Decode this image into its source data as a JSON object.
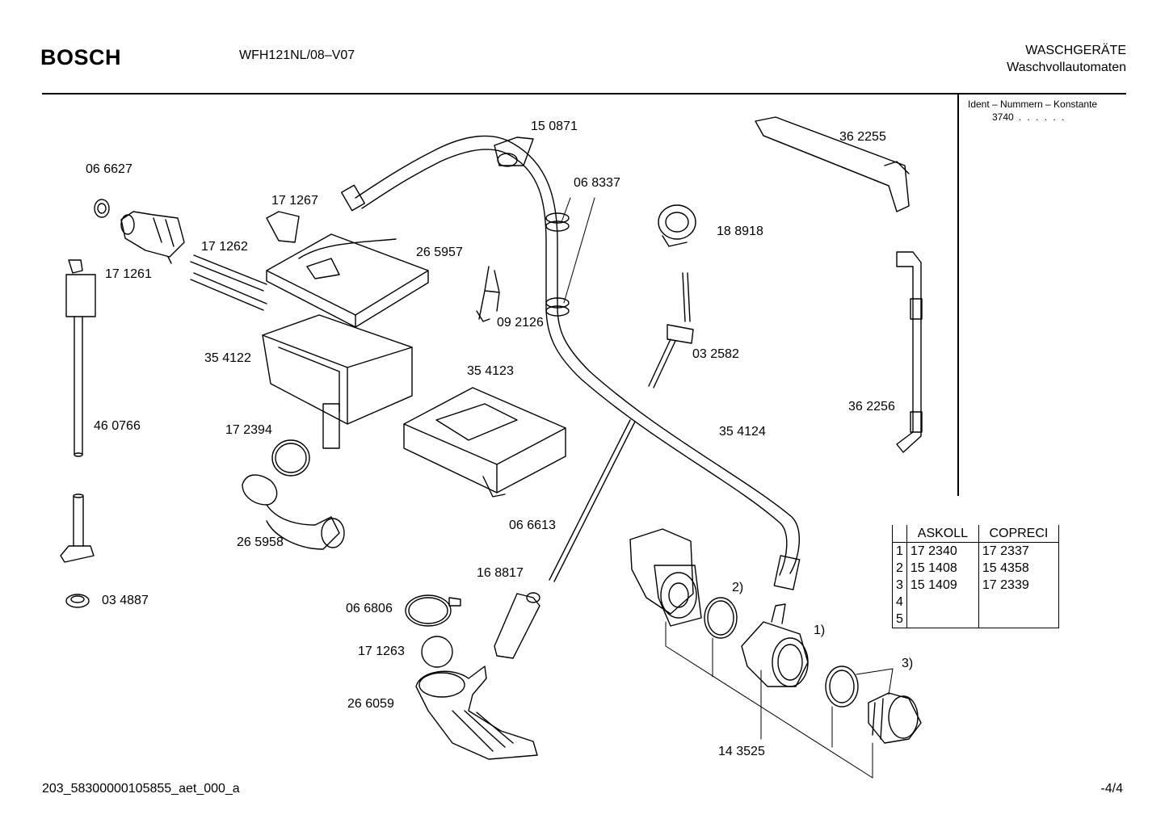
{
  "header": {
    "brand": "BOSCH",
    "model": "WFH121NL/08–V07",
    "category": "WASCHGERÄTE",
    "subcategory": "Waschvollautomaten"
  },
  "ident": {
    "label": "Ident – Nummern – Konstante",
    "value": "3740",
    "dots": ". .   . . . ."
  },
  "parts": [
    {
      "id": "p150871",
      "label": "15 0871"
    },
    {
      "id": "p066627",
      "label": "06 6627"
    },
    {
      "id": "p171267",
      "label": "17 1267"
    },
    {
      "id": "p068337",
      "label": "06 8337"
    },
    {
      "id": "p362255",
      "label": "36 2255"
    },
    {
      "id": "p171262",
      "label": "17 1262"
    },
    {
      "id": "p265957",
      "label": "26 5957"
    },
    {
      "id": "p188918",
      "label": "18 8918"
    },
    {
      "id": "p171261",
      "label": "17 1261"
    },
    {
      "id": "p092126",
      "label": "09 2126"
    },
    {
      "id": "p354122",
      "label": "35 4122"
    },
    {
      "id": "p032582",
      "label": "03 2582"
    },
    {
      "id": "p354123",
      "label": "35 4123"
    },
    {
      "id": "p460766",
      "label": "46 0766"
    },
    {
      "id": "p362256",
      "label": "36 2256"
    },
    {
      "id": "p172394",
      "label": "17 2394"
    },
    {
      "id": "p354124",
      "label": "35 4124"
    },
    {
      "id": "p066613",
      "label": "06 6613"
    },
    {
      "id": "p265958",
      "label": "26 5958"
    },
    {
      "id": "p168817",
      "label": "16 8817"
    },
    {
      "id": "p034887",
      "label": "03 4887"
    },
    {
      "id": "p066806",
      "label": "06 6806"
    },
    {
      "id": "p171263",
      "label": "17 1263"
    },
    {
      "id": "p266059",
      "label": "26 6059"
    },
    {
      "id": "p143525",
      "label": "14 3525"
    }
  ],
  "callouts": [
    "1)",
    "2)",
    "3)"
  ],
  "vendor_table": {
    "headers": [
      "",
      "ASKOLL",
      "COPRECI"
    ],
    "rows": [
      [
        "1",
        "17 2340",
        "17 2337"
      ],
      [
        "2",
        "15 1408",
        "15 4358"
      ],
      [
        "3",
        "15 1409",
        "17 2339"
      ],
      [
        "4",
        "",
        ""
      ],
      [
        "5",
        "",
        ""
      ]
    ]
  },
  "footer": {
    "doc_id": "203_58300000105855_aet_000_a",
    "page": "-4/4"
  }
}
